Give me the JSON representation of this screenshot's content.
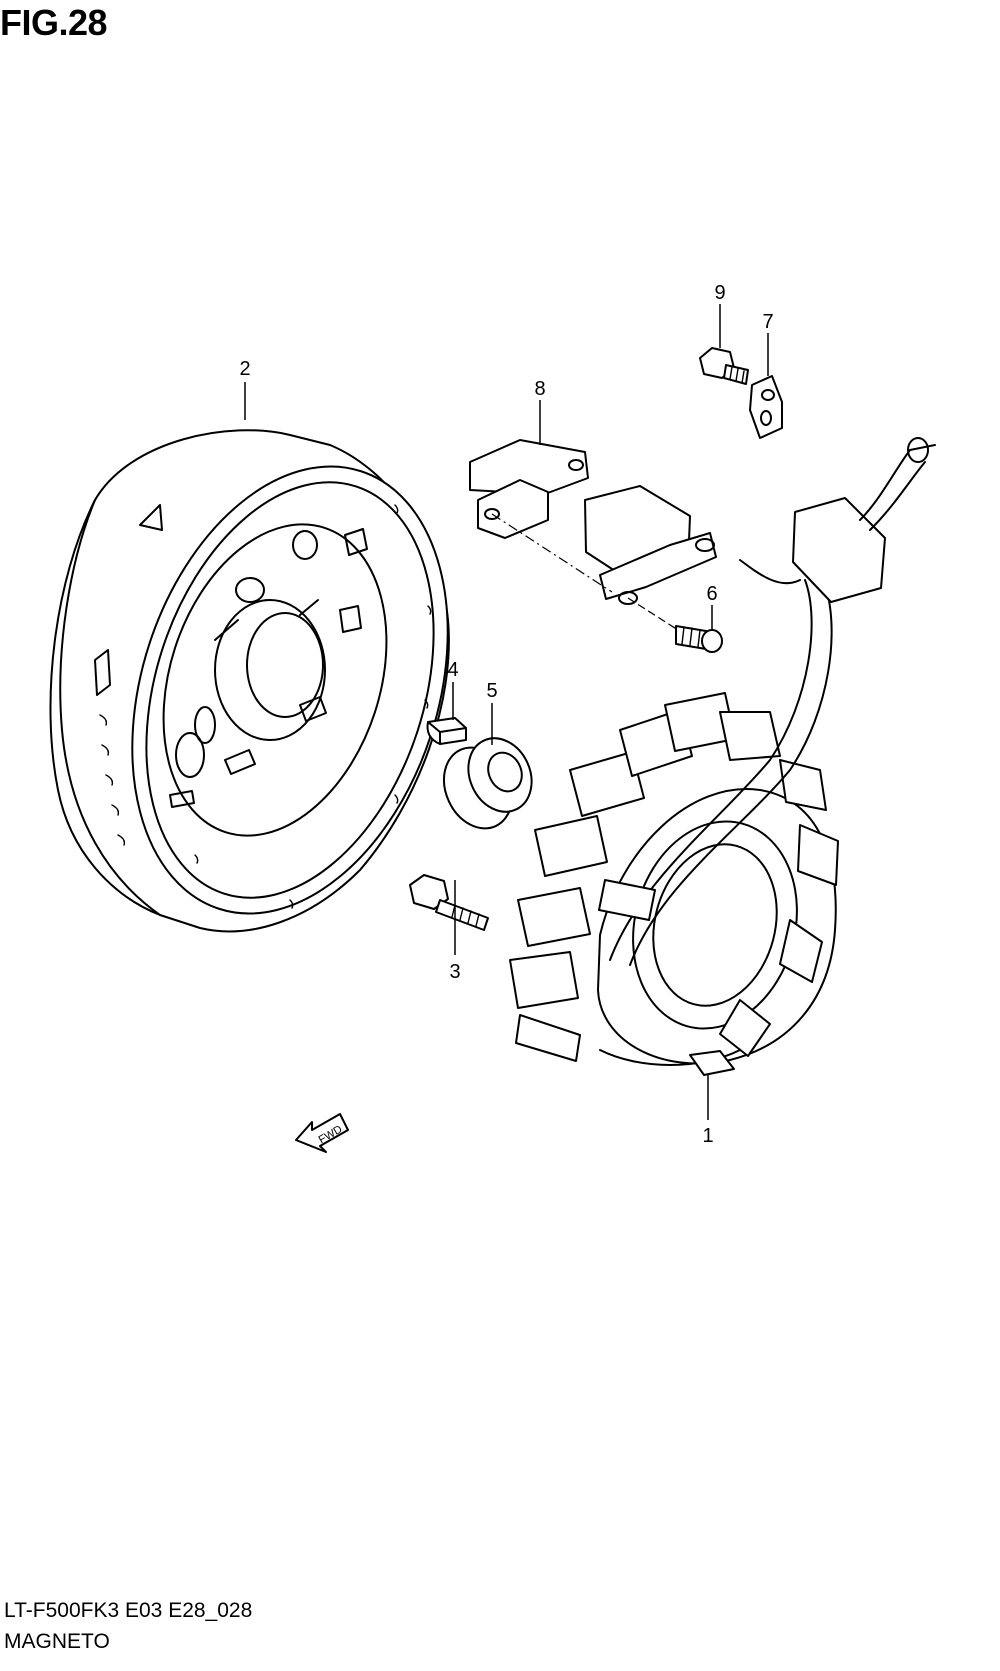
{
  "figure": {
    "title": "FIG.28",
    "code": "LT-F500FK3 E03 E28_028",
    "name": "MAGNETO"
  },
  "callouts": [
    {
      "id": "1",
      "label": "1"
    },
    {
      "id": "2",
      "label": "2"
    },
    {
      "id": "3",
      "label": "3"
    },
    {
      "id": "4",
      "label": "4"
    },
    {
      "id": "5",
      "label": "5"
    },
    {
      "id": "6",
      "label": "6"
    },
    {
      "id": "7",
      "label": "7"
    },
    {
      "id": "8",
      "label": "8"
    },
    {
      "id": "9",
      "label": "9"
    }
  ],
  "direction_marker": {
    "label": "FWD"
  },
  "icons": {
    "rotor": "flywheel-rotor-icon",
    "stator": "stator-coil-icon",
    "bolt": "bolt-icon",
    "key": "woodruff-key-icon",
    "gear": "starter-gear-icon",
    "sensor": "pickup-sensor-icon",
    "bracket": "bracket-icon",
    "clamp": "wire-clamp-icon",
    "arrow": "fwd-arrow-icon"
  }
}
